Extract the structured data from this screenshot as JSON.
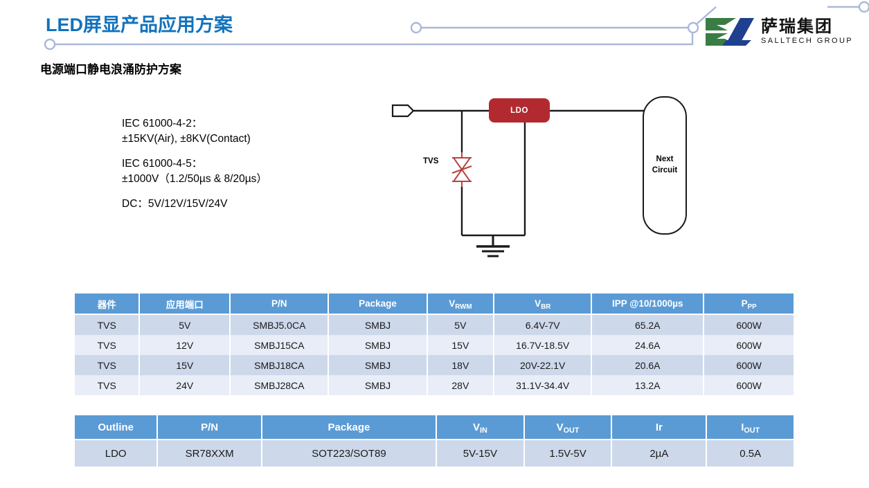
{
  "header": {
    "title": "LED屏显产品应用方案",
    "subtitle": "电源端口静电浪涌防护方案",
    "title_color": "#1272BC",
    "deco_line_color": "#A9B8DA",
    "logo": {
      "name_cn": "萨瑞集团",
      "name_en": "SALLTECH GROUP",
      "mark_green": "#3A7D44",
      "mark_blue": "#1F3F8F"
    }
  },
  "spec": {
    "groups": [
      {
        "lines": [
          "IEC 61000-4-2：",
          "±15KV(Air), ±8KV(Contact)"
        ]
      },
      {
        "lines": [
          "IEC 61000-4-5：",
          "±1000V（1.2/50µs & 8/20µs）"
        ]
      },
      {
        "lines": [
          "DC：5V/12V/15V/24V"
        ]
      }
    ]
  },
  "circuit": {
    "input_connector": "input-port",
    "tvs_label": "TVS",
    "ldo_label": "LDO",
    "ldo_color": "#B22A30",
    "tvs_color": "#B5443F",
    "next_circuit_label": "Next\nCircuit",
    "ground_symbol": "earth-ground"
  },
  "tvs_table": {
    "columns": [
      {
        "text": "器件",
        "sub": ""
      },
      {
        "text": "应用端口",
        "sub": ""
      },
      {
        "text": "P/N",
        "sub": ""
      },
      {
        "text": "Package",
        "sub": ""
      },
      {
        "text": "V",
        "sub": "RWM"
      },
      {
        "text": "V",
        "sub": "BR"
      },
      {
        "text": "IPP @10/1000µs",
        "sub": ""
      },
      {
        "text": "P",
        "sub": "PP"
      }
    ],
    "rows": [
      [
        "TVS",
        "5V",
        "SMBJ5.0CA",
        "SMBJ",
        "5V",
        "6.4V-7V",
        "65.2A",
        "600W"
      ],
      [
        "TVS",
        "12V",
        "SMBJ15CA",
        "SMBJ",
        "15V",
        "16.7V-18.5V",
        "24.6A",
        "600W"
      ],
      [
        "TVS",
        "15V",
        "SMBJ18CA",
        "SMBJ",
        "18V",
        "20V-22.1V",
        "20.6A",
        "600W"
      ],
      [
        "TVS",
        "24V",
        "SMBJ28CA",
        "SMBJ",
        "28V",
        "31.1V-34.4V",
        "13.2A",
        "600W"
      ]
    ]
  },
  "ldo_table": {
    "columns": [
      {
        "text": "Outline",
        "sub": ""
      },
      {
        "text": "P/N",
        "sub": ""
      },
      {
        "text": "Package",
        "sub": ""
      },
      {
        "text": "V",
        "sub": "IN"
      },
      {
        "text": "V",
        "sub": "OUT"
      },
      {
        "text": "Ir",
        "sub": ""
      },
      {
        "text": "I",
        "sub": "OUT"
      }
    ],
    "rows": [
      [
        "LDO",
        "SR78XXM",
        "SOT223/SOT89",
        "5V-15V",
        "1.5V-5V",
        "2µA",
        "0.5A"
      ]
    ]
  },
  "theme": {
    "header_blue": "#5B9BD5",
    "row_a": "#CDD8EA",
    "row_b": "#E8EDF7"
  }
}
